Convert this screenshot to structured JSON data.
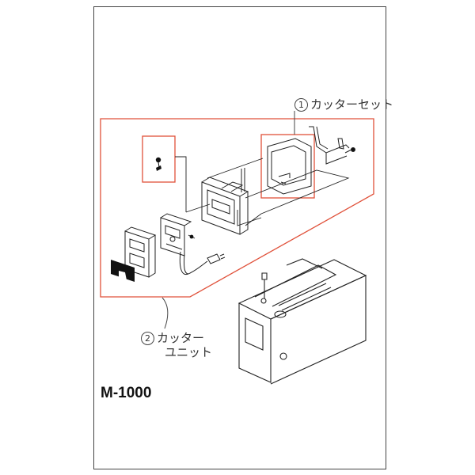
{
  "callouts": [
    {
      "number": "1",
      "text": "カッターセット"
    },
    {
      "number": "2",
      "text_line1": "カッター",
      "text_line2": "ユニット"
    }
  ],
  "model": "M-1000",
  "colors": {
    "highlight": "#e0513a",
    "line": "#222222",
    "frame": "#444444"
  }
}
